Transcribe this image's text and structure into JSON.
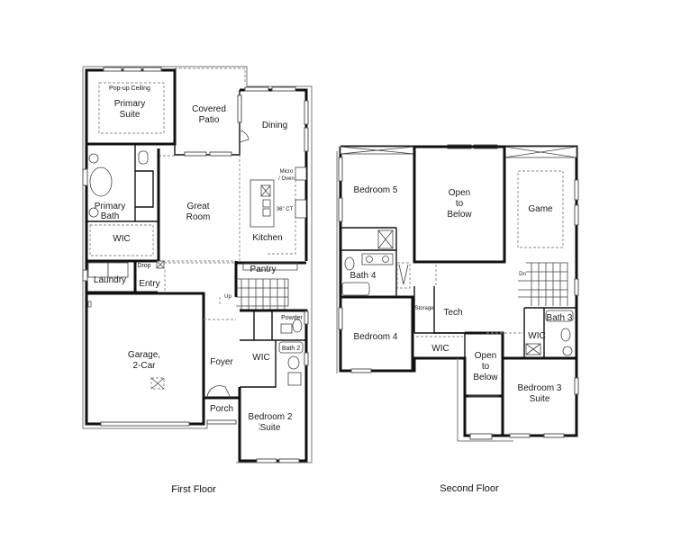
{
  "floors": [
    {
      "caption": "First Floor",
      "rooms": {
        "popup_ceiling": "Pop-up Ceiling",
        "primary_suite_1": "Primary",
        "primary_suite_2": "Suite",
        "covered_patio_1": "Covered",
        "covered_patio_2": "Patio",
        "dining": "Dining",
        "micro_oven_1": "Micro",
        "micro_oven_2": "/ Oven",
        "ct": "36\" CT",
        "primary_bath_1": "Primary",
        "primary_bath_2": "Bath",
        "great_room_1": "Great",
        "great_room_2": "Room",
        "wic": "WIC",
        "kitchen": "Kitchen",
        "drop": "Drop",
        "pantry": "Pantry",
        "laundry": "Laundry",
        "entry": "Entry",
        "up": "Up",
        "powder": "Powder",
        "garage_1": "Garage,",
        "garage_2": "2-Car",
        "foyer": "Foyer",
        "wic2": "WIC",
        "bath2": "Bath 2",
        "porch": "Porch",
        "bedroom2_1": "Bedroom 2",
        "bedroom2_2": "Suite"
      }
    },
    {
      "caption": "Second Floor",
      "rooms": {
        "bedroom5": "Bedroom 5",
        "open_below_1": "Open",
        "open_below_2": "to",
        "open_below_3": "Below",
        "game": "Game",
        "bath4": "Bath 4",
        "dn": "Dn",
        "storage": "Storage",
        "tech": "Tech",
        "bath3": "Bath 3",
        "bedroom4": "Bedroom 4",
        "wic": "WIC",
        "wic3": "WIC",
        "open_below2_1": "Open",
        "open_below2_2": "to",
        "open_below2_3": "Below",
        "bedroom3_1": "Bedroom 3",
        "bedroom3_2": "Suite"
      }
    }
  ]
}
